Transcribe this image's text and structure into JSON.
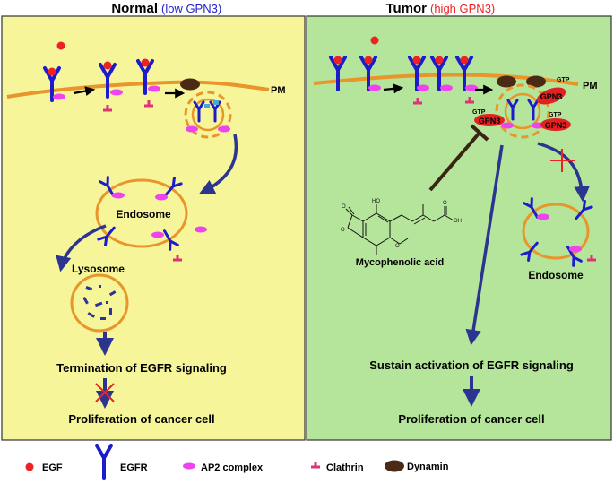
{
  "panels": {
    "normal": {
      "title": "Normal",
      "subtitle": "(low GPN3)",
      "pm_label": "PM",
      "endosome_label": "Endosome",
      "lysosome_label": "Lysosome",
      "outcome_1": "Termination of EGFR signaling",
      "outcome_2": "Proliferation of cancer cell",
      "background": "#f7f59a"
    },
    "tumor": {
      "title": "Tumor",
      "subtitle": "(high GPN3)",
      "pm_label": "PM",
      "gpn3_label": "GPN3",
      "gtp_label": "GTP",
      "drug_label": "Mycophenolic acid",
      "endosome_label": "Endosome",
      "outcome_1": "Sustain activation of EGFR signaling",
      "outcome_2": "Proliferation of cancer cell",
      "background": "#b5e59a"
    }
  },
  "legend": {
    "egf": "EGF",
    "egfr": "EGFR",
    "ap2": "AP2 complex",
    "clathrin": "Clathrin",
    "dynamin": "Dynamin"
  },
  "colors": {
    "normal_subtitle": "#2222cc",
    "tumor_subtitle": "#ee2222",
    "egfr": "#1c1ccc",
    "egf": "#ee2222",
    "ap2": "#ee44ee",
    "clathrin": "#dd3377",
    "dynamin": "#4a2a14",
    "membrane": "#e8952c",
    "arrow": "#2b3590",
    "gpn3": "#e22222",
    "inhibit": "#3a2414"
  },
  "icons": [
    "egfr-receptor-icon",
    "egf-ligand-icon",
    "ap2-complex-icon",
    "clathrin-icon",
    "dynamin-icon",
    "block-cross-icon"
  ]
}
